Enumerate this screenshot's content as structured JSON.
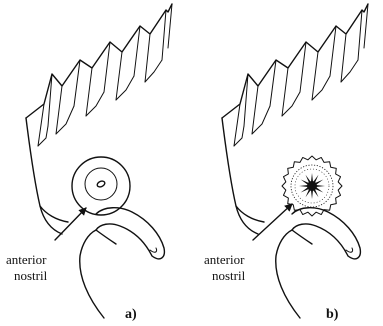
{
  "panels": [
    {
      "letter": "a)",
      "label_line1": "anterior",
      "label_line2": "nostril",
      "state": "closed"
    },
    {
      "letter": "b)",
      "label_line1": "anterior",
      "label_line2": "nostril",
      "state": "open"
    }
  ]
}
